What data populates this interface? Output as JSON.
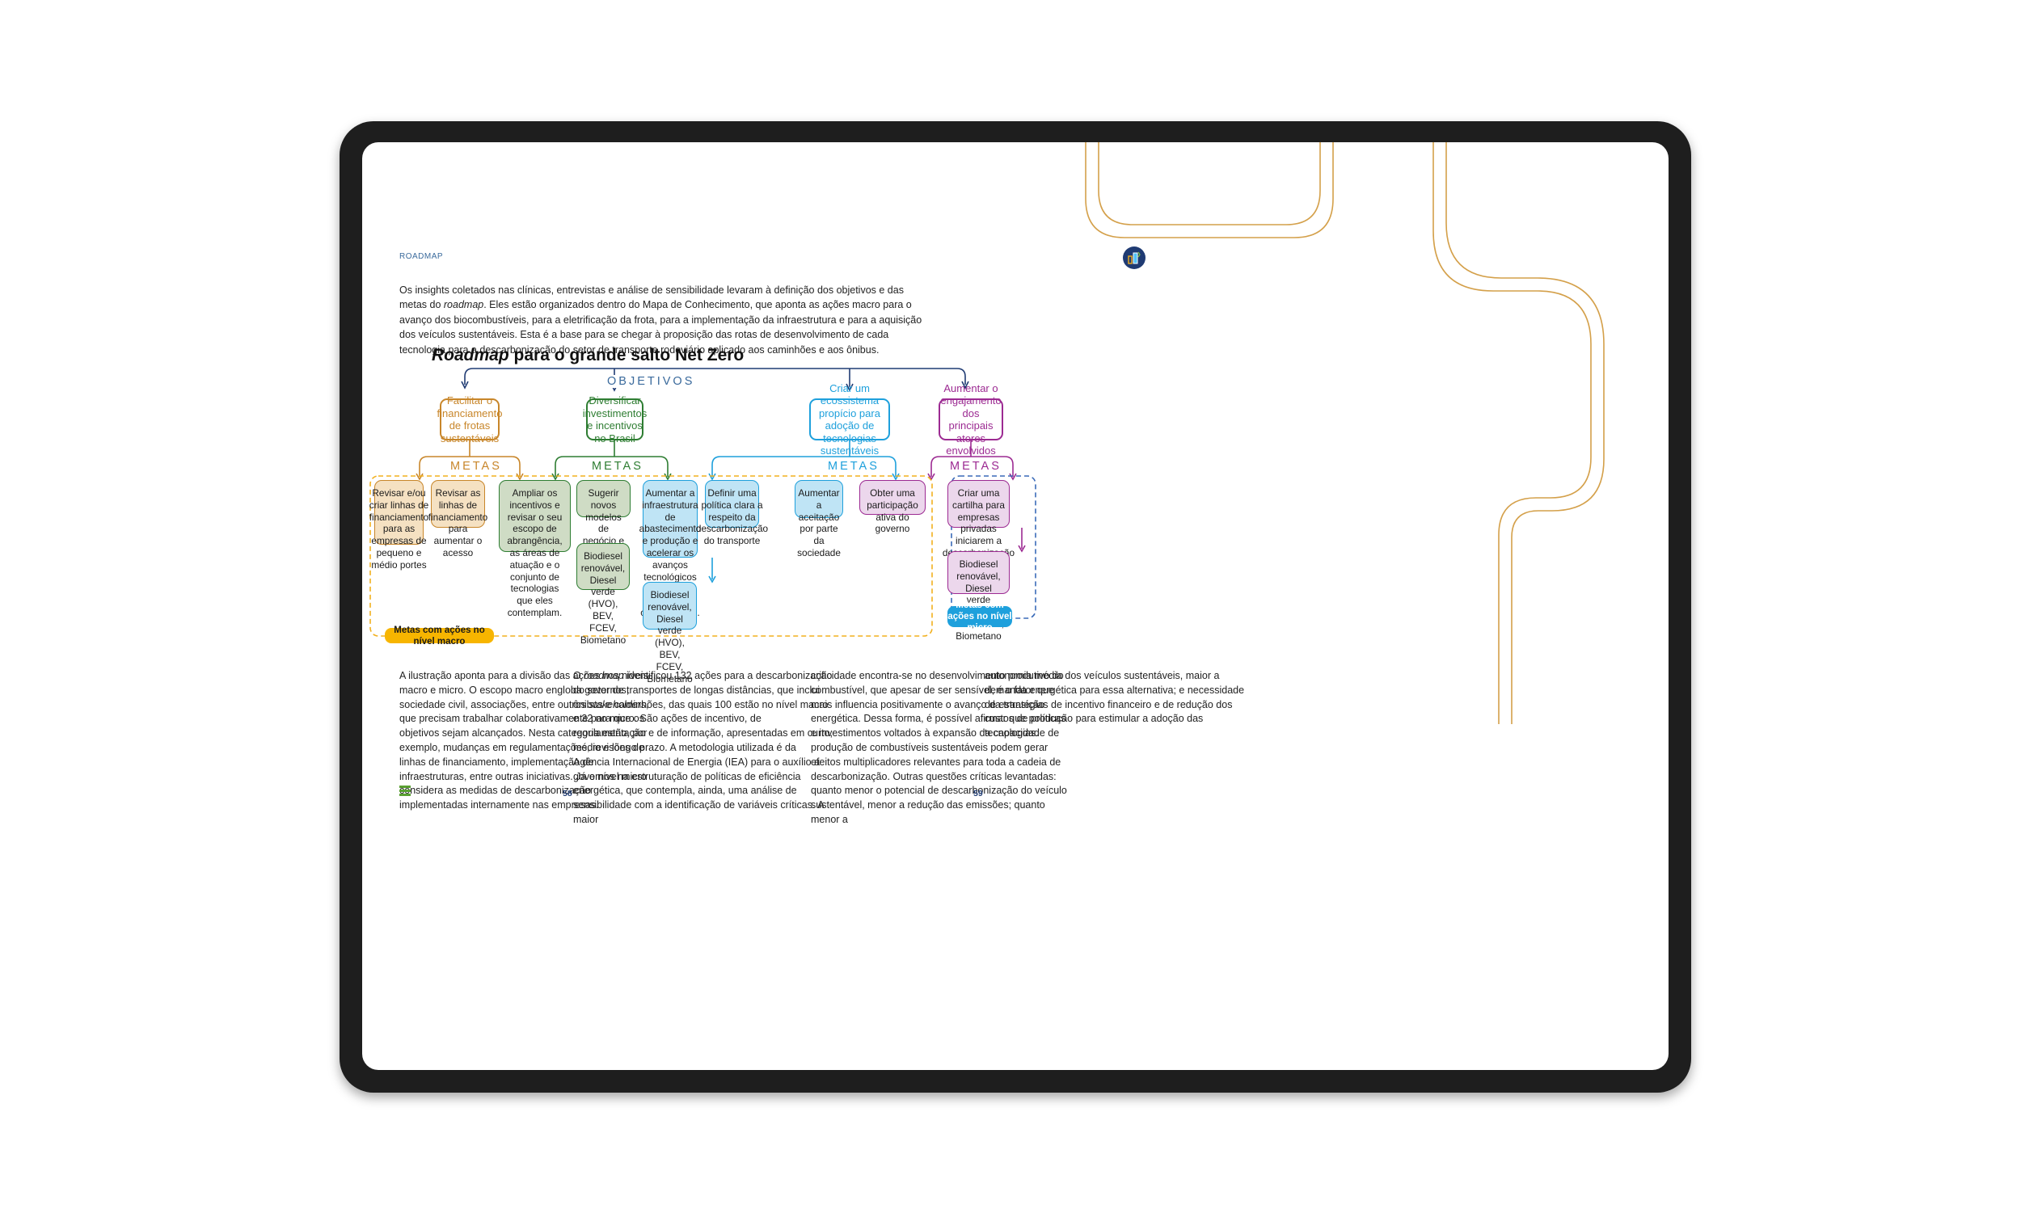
{
  "page": {
    "section_label": "ROADMAP",
    "intro_segments": [
      "Os insights coletados nas clínicas, entrevistas e análise de sensibilidade levaram à definição dos objetivos e das metas do ",
      "roadmap",
      ". Eles estão organizados dentro do Mapa de Conhecimento, que aponta as ações macro para o avanço dos biocombustíveis, para a eletrificação da frota, para a implementação da infraestrutura e para a aquisição dos veículos sustentáveis. Esta é a base para se chegar à proposição das rotas de desenvolvimento de cada tecnologia para a descarbonização do setor de transporte rodoviário aplicado aos caminhões e aos ônibus."
    ],
    "diagram_title_italic": "Roadmap",
    "diagram_title_rest": " para o grande salto Net Zero",
    "objectives_label": "OBJETIVOS",
    "metas_label": "METAS",
    "objectives": [
      {
        "text": "Facilitar o financiamento de frotas sustentáveis",
        "color": "#c8862a"
      },
      {
        "text": "Diversificar investimentos e incentivos no Brasil",
        "color": "#2e7d32"
      },
      {
        "text": "Criar um ecossistema propício para adoção de tecnologias sustentáveis",
        "color": "#1ea0dc"
      },
      {
        "text": "Aumentar o engajamento dos principais atores envolvidos",
        "color": "#9c2a92"
      }
    ],
    "goals": {
      "orange_1": "Revisar e/ou criar linhas de financiamento para as empresas de pequeno e médio portes",
      "orange_2": "Revisar as linhas de financiamento para aumentar o acesso",
      "green_1": "Ampliar os incentivos e revisar o seu escopo de abrangência, as áreas de atuação e o conjunto de tecnologias que eles contemplam.",
      "green_2": "Sugerir novos modelos de negócio e incentivos",
      "green_2_sub": "Biodiesel renovável, Diesel verde (HVO), BEV, FCEV, Biometano",
      "blue_1": "Aumentar a infraestrutura de abastecimento e produção e acelerar os avanços tecnológicos das alternativas consideradas.",
      "blue_1_sub": "Biodiesel renovável, Diesel verde (HVO), BEV, FCEV, Biometano",
      "blue_2": "Definir uma política clara a respeito da descarbonização do transporte",
      "blue_3": "Aumentar a aceitação por parte da sociedade",
      "purple_1": "Obter uma participação ativa do governo",
      "purple_2": "Criar uma cartilha para empresas privadas iniciarem a descarbonização da frota",
      "purple_2_sub": "Biodiesel renovável, Diesel verde (HVO), BEV, FCEV, Biometano"
    },
    "macro_tag": "Metas com ações no nível macro",
    "micro_tag": "Metas com ações no nível micro",
    "col1_segments": [
      "A ilustração aponta para a divisão das ações nos níveis macro e micro. O escopo macro engloba governos, sociedade civil, associações, entre outros ",
      "stakeholders",
      ", que precisam trabalhar colaborativamente para que os objetivos sejam alcançados. Nesta categoria estão, por exemplo, mudanças em regulamentações, revisões de linhas de financiamento, implementação de infraestruturas, entre outras iniciativas. Já o nível micro considera as medidas de descarbonização implementadas internamente nas empresas."
    ],
    "col2_segments": [
      "O ",
      "roadmap",
      " identificou 132 ações para a descarbonização do setor de transportes de longas distâncias, que inclui ônibus e caminhões, das quais 100 estão no nível macro e 32 no micro. São ações de incentivo, de regulamentação e de informação, apresentadas em curto, médio e longo prazo. A metodologia utilizada é da Agência Internacional de Energia (IEA) para o auxílio a governos na estruturação de políticas de eficiência energética, que contempla, ainda, uma análise de sensibilidade com a identificação de variáveis críticas. A maior"
    ],
    "col3": "criticidade encontra-se no desenvolvimento produtivo do combustível, que apesar de ser sensível, é o fator que mais influencia positivamente o avanço da transição energética.  Dessa forma, é possível afirmar que políticas e investimentos voltados à expansão da capacidade de produção de combustíveis sustentáveis podem gerar efeitos multiplicadores relevantes para toda a cadeia de descarbonização. Outras questões críticas levantadas: quanto menor o potencial de descarbonização do veículo sustentável, menor a redução das emissões; quanto menor a",
    "col4": "autonomia média dos veículos sustentáveis, maior a demanda energética para essa alternativa; e necessidade de estratégias de incentivo financeiro e de redução dos custos de produção para estimular a adoção das tecnologias.",
    "page_left": "58",
    "page_right": "59",
    "menu_icon": "hamburger-menu-icon",
    "logo_icon": "roadmap-chapter-icon",
    "colors": {
      "orange": "#c8862a",
      "green": "#2e7d32",
      "blue": "#1ea0dc",
      "purple": "#9c2a92",
      "navy": "#1f3b73",
      "macro_tag_bg": "#f7b500",
      "micro_tag_bg": "#1ea0dc"
    }
  }
}
